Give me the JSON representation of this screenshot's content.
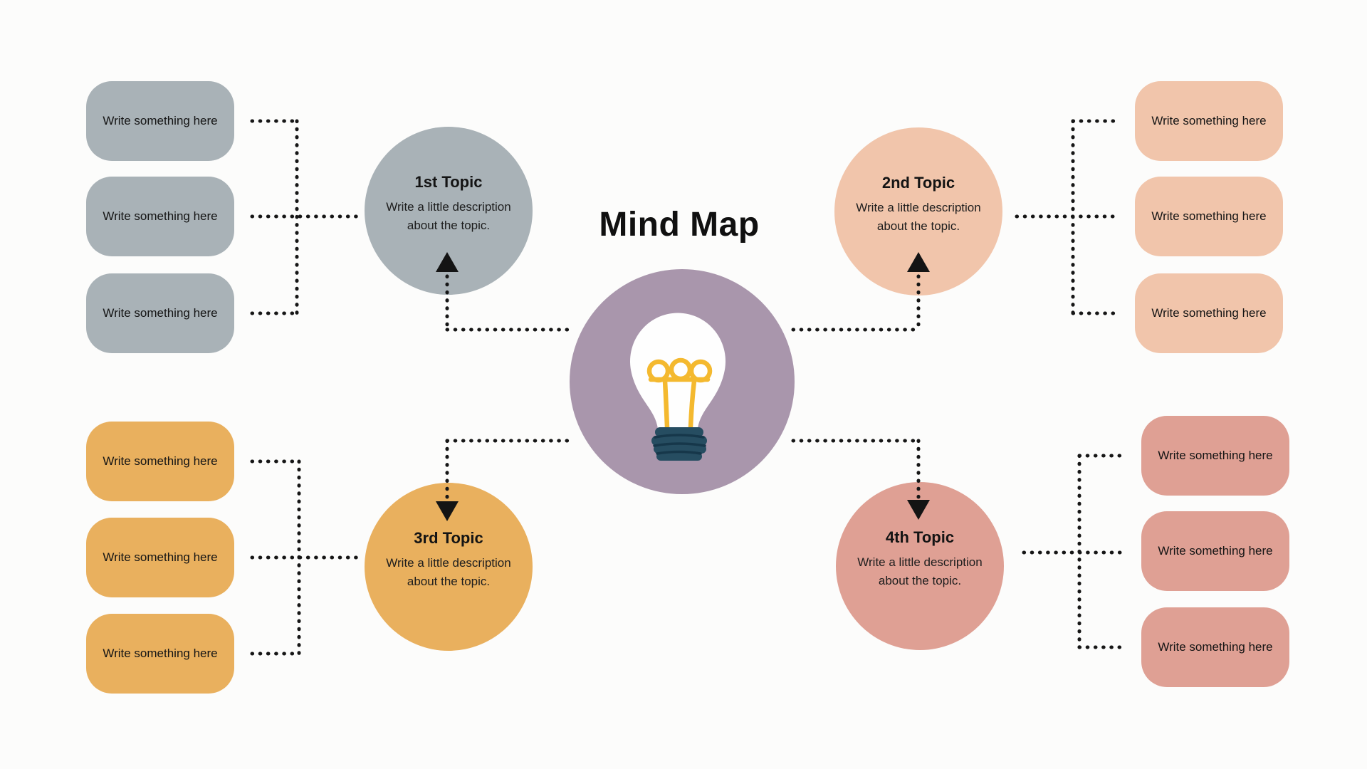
{
  "title": "Mind Map",
  "center": {
    "icon": "lightbulb-icon",
    "circle_color": "#a996ac",
    "bulb_glass_color": "#fefefe",
    "bulb_filament_color": "#f4b92f",
    "bulb_base_color": "#264d61"
  },
  "connector_color": "#161616",
  "background_color": "#fcfcfb",
  "topics": [
    {
      "label": "1st Topic",
      "description": "Write a little description about the topic.",
      "color": "#a9b2b7",
      "side": "left-top",
      "branches": [
        "Write something here",
        "Write something here",
        "Write something here"
      ]
    },
    {
      "label": "2nd Topic",
      "description": "Write a little description about the topic.",
      "color": "#f1c5ab",
      "side": "right-top",
      "branches": [
        "Write something here",
        "Write something here",
        "Write something here"
      ]
    },
    {
      "label": "3rd Topic",
      "description": "Write a little description about the topic.",
      "color": "#e9b05e",
      "side": "left-bottom",
      "branches": [
        "Write something here",
        "Write something here",
        "Write something here"
      ]
    },
    {
      "label": "4th Topic",
      "description": "Write a little description about the topic.",
      "color": "#dfa094",
      "side": "right-bottom",
      "branches": [
        "Write something here",
        "Write something here",
        "Write something here"
      ]
    }
  ]
}
